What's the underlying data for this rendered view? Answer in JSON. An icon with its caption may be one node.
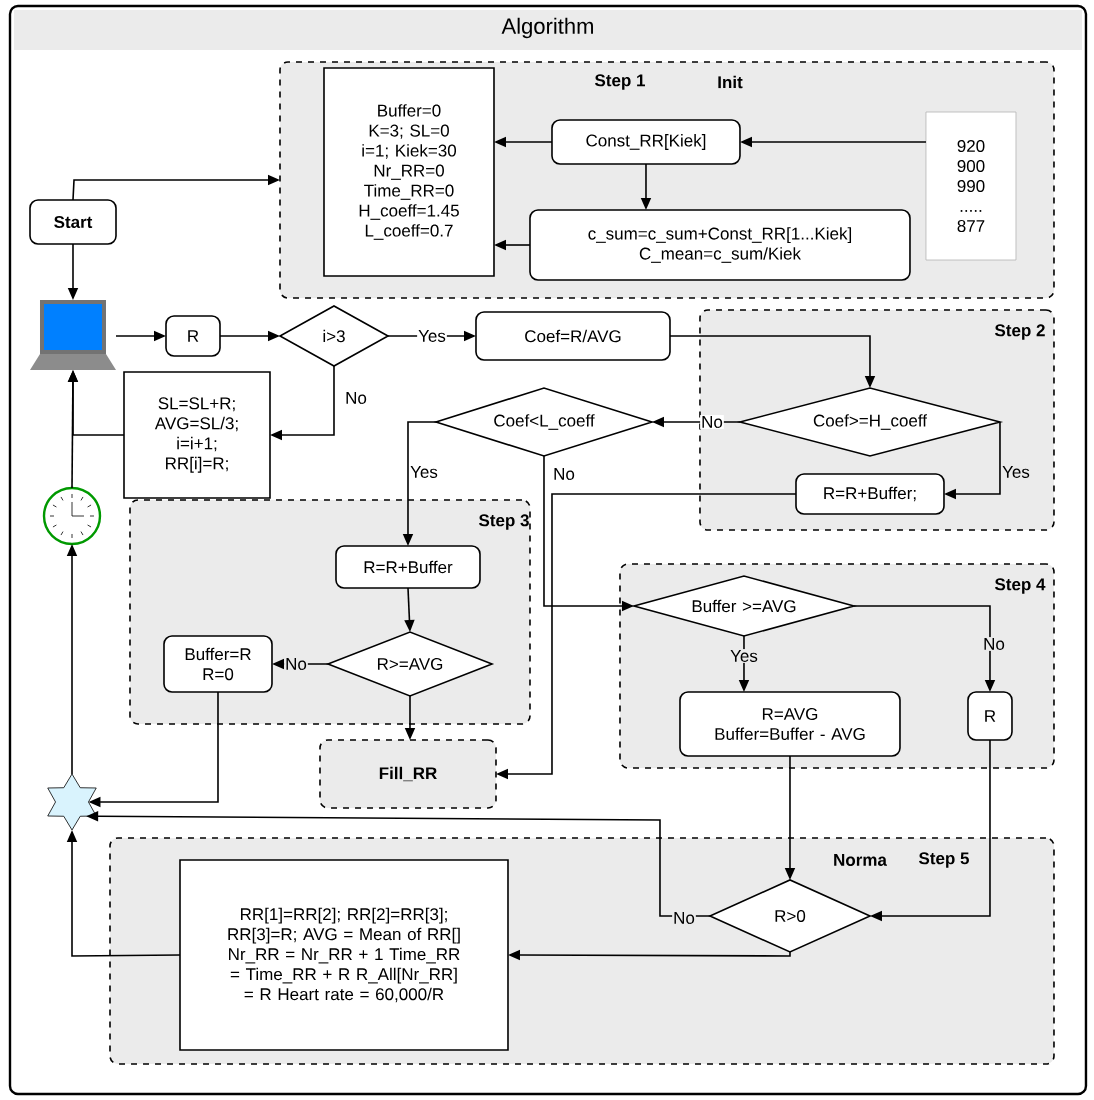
{
  "diagram": {
    "nodes": [
      {
        "text": [
          "Algorithm"
        ]
      },
      {
        "text": [
          "Step 1",
          "Init"
        ],
        "in": 0
      },
      {
        "text": [
          "Buffer=0 K=3; SL=0 i=1; Kiek=30 Nr_RR=0 Time_RR=0 H_coeff=1.45 L_coeff=0.7"
        ],
        "in": 1
      },
      {
        "text": [
          "Const_RR[Kiek]"
        ],
        "in": 1
      },
      {
        "text": [
          "c_sum=c_sum+Const_RR[1...Kiek] C_mean=c_sum/Kiek"
        ],
        "in": 1
      },
      {
        "text": [
          "920 900 990 ..... 877"
        ],
        "in": 1
      },
      {
        "text": [
          "Start"
        ],
        "in": 0
      },
      {
        "text": [],
        "shape": "laptop",
        "in": 0
      },
      {
        "text": [
          "R"
        ],
        "in": 0
      },
      {
        "text": [
          "i>3"
        ],
        "in": 0
      },
      {
        "text": [
          "Coef=R/AVG"
        ],
        "in": 0
      },
      {
        "text": [
          "Step 2"
        ],
        "in": 0
      },
      {
        "text": [
          "Coef>=H_coeff"
        ],
        "in": 11
      },
      {
        "text": [
          "R=R+Buffer;"
        ],
        "in": 11
      },
      {
        "text": [
          "SL=SL+R; AVG=SL/3; i=i+1; RR[i]=R;"
        ],
        "in": 0
      },
      {
        "text": [
          "Coef<L_coeff"
        ],
        "in": 0
      },
      {
        "text": [
          "Step 3"
        ],
        "in": 0
      },
      {
        "text": [
          "R=R+Buffer"
        ],
        "in": 16
      },
      {
        "text": [
          "R>=AVG"
        ],
        "in": 16
      },
      {
        "text": [
          "Buffer=R R=0"
        ],
        "in": 16
      },
      {
        "text": [
          "Fill_RR"
        ],
        "in": 0
      },
      {
        "text": [
          "Step 4"
        ],
        "in": 0
      },
      {
        "text": [
          "Buffer >=AVG"
        ],
        "in": 21
      },
      {
        "text": [
          "R=AVG Buffer=Buffer - AVG"
        ],
        "in": 21
      },
      {
        "text": [
          "R"
        ],
        "in": 21
      },
      {
        "text": [],
        "shape": "star",
        "in": 0
      },
      {
        "text": [],
        "shape": "clock",
        "in": 0
      },
      {
        "text": [
          "Norma",
          "Step 5"
        ],
        "in": 0
      },
      {
        "text": [
          "R>0"
        ],
        "in": 27
      },
      {
        "text": [
          "RR[1]=RR[2]; RR[2]=RR[3]; RR[3]=R; AVG = Mean of RR[] Nr_RR = Nr_RR + 1 Time_RR = Time_RR + R R_All[Nr_RR] = R Heart rate = 60,000/R"
        ],
        "in": 27
      }
    ],
    "edges": [
      {
        "from": 6,
        "to": 1,
        "arrow": "to"
      },
      {
        "from": 6,
        "to": 7,
        "arrow": "to"
      },
      {
        "from": 5,
        "to": 3,
        "arrow": "to"
      },
      {
        "from": 3,
        "to": 2,
        "arrow": "to"
      },
      {
        "from": 3,
        "to": 4,
        "arrow": "to"
      },
      {
        "from": 4,
        "to": 2,
        "arrow": "to"
      },
      {
        "from": 7,
        "to": 8,
        "arrow": "to"
      },
      {
        "from": 8,
        "to": 9,
        "arrow": "to"
      },
      {
        "from": 9,
        "to": 10,
        "arrow": "to",
        "label": "Yes"
      },
      {
        "from": 9,
        "to": 14,
        "arrow": "to",
        "label": "No"
      },
      {
        "from": 14,
        "to": 7,
        "arrow": "to"
      },
      {
        "from": 26,
        "to": 7,
        "arrow": "to"
      },
      {
        "from": 10,
        "to": 12,
        "arrow": "to"
      },
      {
        "from": 12,
        "to": 15,
        "arrow": "to",
        "label": "No"
      },
      {
        "from": 12,
        "to": 13,
        "arrow": "to",
        "label": "Yes"
      },
      {
        "from": 15,
        "to": 17,
        "arrow": "to",
        "label": "Yes"
      },
      {
        "from": 15,
        "to": 22,
        "arrow": "to",
        "label": "No"
      },
      {
        "from": 13,
        "to": 20,
        "arrow": "to"
      },
      {
        "from": 17,
        "to": 18,
        "arrow": "to"
      },
      {
        "from": 18,
        "to": 19,
        "arrow": "to",
        "label": "No"
      },
      {
        "from": 18,
        "to": 20,
        "arrow": "to"
      },
      {
        "from": 19,
        "to": 25,
        "arrow": "to"
      },
      {
        "from": 22,
        "to": 23,
        "arrow": "to",
        "label": "Yes"
      },
      {
        "from": 22,
        "to": 24,
        "arrow": "to",
        "label": "No"
      },
      {
        "from": 23,
        "to": 28,
        "arrow": "to"
      },
      {
        "from": 24,
        "to": 28,
        "arrow": "to"
      },
      {
        "from": 28,
        "to": 25,
        "arrow": "to",
        "label": "No"
      },
      {
        "from": 28,
        "to": 29,
        "arrow": "to"
      },
      {
        "from": 29,
        "to": 25,
        "arrow": "to"
      },
      {
        "from": 25,
        "to": 26,
        "arrow": "to"
      }
    ]
  }
}
